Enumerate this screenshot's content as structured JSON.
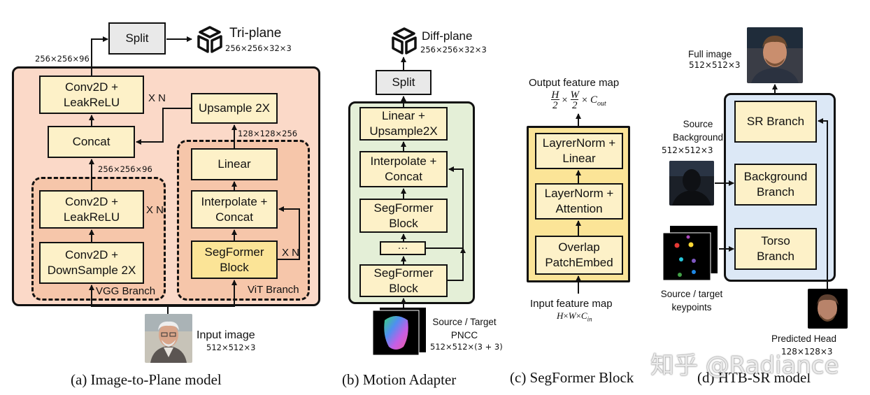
{
  "panel_a": {
    "split": "Split",
    "triplane_label": "Tri-plane",
    "triplane_dims": "256×256×32×3",
    "out_dims": "256×256×96",
    "conv_leak_top": "Conv2D +\nLeakReLU",
    "xn_top": "X N",
    "upsample": "Upsample 2X",
    "concat": "Concat",
    "dims_128": "128×128×256",
    "dims_256": "256×256×96",
    "linear": "Linear",
    "conv_leak": "Conv2D +\nLeakReLU",
    "xn_vgg": "X N",
    "interp_concat": "Interpolate +\nConcat",
    "conv_down": "Conv2D +\nDownSample 2X",
    "segformer": "SegFormer\nBlock",
    "xn_vit": "X N",
    "vgg_branch": "VGG Branch",
    "vit_branch": "ViT Branch",
    "input_label": "Input image",
    "input_dims": "512×512×3",
    "caption": "(a) Image-to-Plane model"
  },
  "panel_b": {
    "diffplane_label": "Diff-plane",
    "diffplane_dims": "256×256×32×3",
    "split": "Split",
    "linear_up": "Linear +\nUpsample2X",
    "interp_concat": "Interpolate +\nConcat",
    "segformer_top": "SegFormer\nBlock",
    "ellipsis": "···",
    "segformer_bottom": "SegFormer\nBlock",
    "source_label": "Source / Target\nPNCC",
    "source_dims": "512×512×(3 + 3)",
    "caption": "(b) Motion Adapter"
  },
  "panel_c": {
    "output_label": "Output feature map",
    "output_math": "H/2 × W/2 × C_out",
    "norm_linear": "LayrerNorm +\nLinear",
    "norm_attention": "LayerNorm +\nAttention",
    "overlap": "Overlap\nPatchEmbed",
    "input_label": "Input feature map",
    "input_math": "H×W×C_in",
    "caption": "(c) SegFormer Block"
  },
  "panel_d": {
    "full_label": "Full image",
    "full_dims": "512×512×3",
    "sr_branch": "SR Branch",
    "source_bg_label": "Source\nBackground",
    "source_bg_dims": "512×512×3",
    "background_branch": "Background\nBranch",
    "torso_branch": "Torso\nBranch",
    "keypoints_label": "Source / target\nkeypoints",
    "predicted_label": "Predicted Head",
    "predicted_dims": "128×128×3",
    "caption": "(d) HTB-SR model"
  },
  "watermark": "知乎 @Radiance",
  "colors": {
    "panel_a_bg": "#fbd9c8",
    "branch_bg": "#f6c6aa",
    "panel_b_bg": "#e4efd7",
    "panel_c_bg": "#fbe497",
    "panel_d_bg": "#dce8f6",
    "block_fill": "#fdf1c8",
    "split_fill": "#e9e9e9"
  }
}
